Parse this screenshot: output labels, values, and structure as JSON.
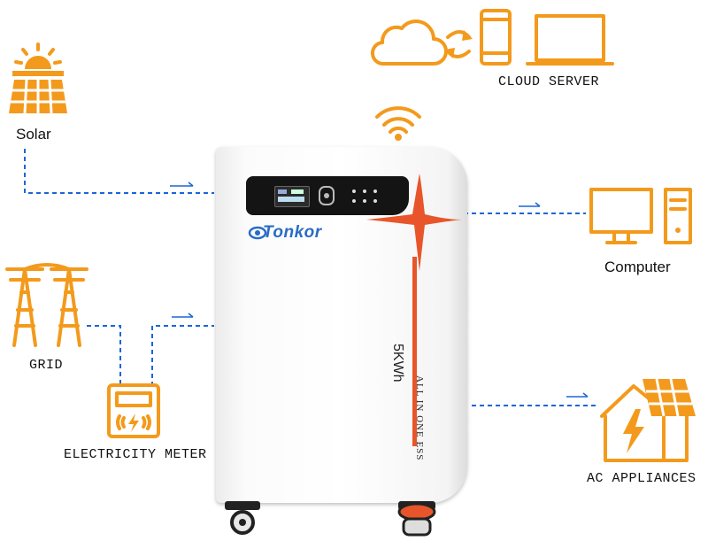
{
  "nodes": {
    "solar": "Solar",
    "grid": "GRID",
    "meter": "ELECTRICITY METER",
    "cloud": "CLOUD SERVER",
    "computer": "Computer",
    "appliances": "AC APPLIANCES"
  },
  "device": {
    "brand": "Tonkor",
    "capacity": "5KWh",
    "model": "ALL IN ONE ESS"
  },
  "colors": {
    "accent": "#f39a1c",
    "line": "#1a66d6",
    "brand_blue": "#2a6cc4",
    "stripe": "#e8552a"
  }
}
